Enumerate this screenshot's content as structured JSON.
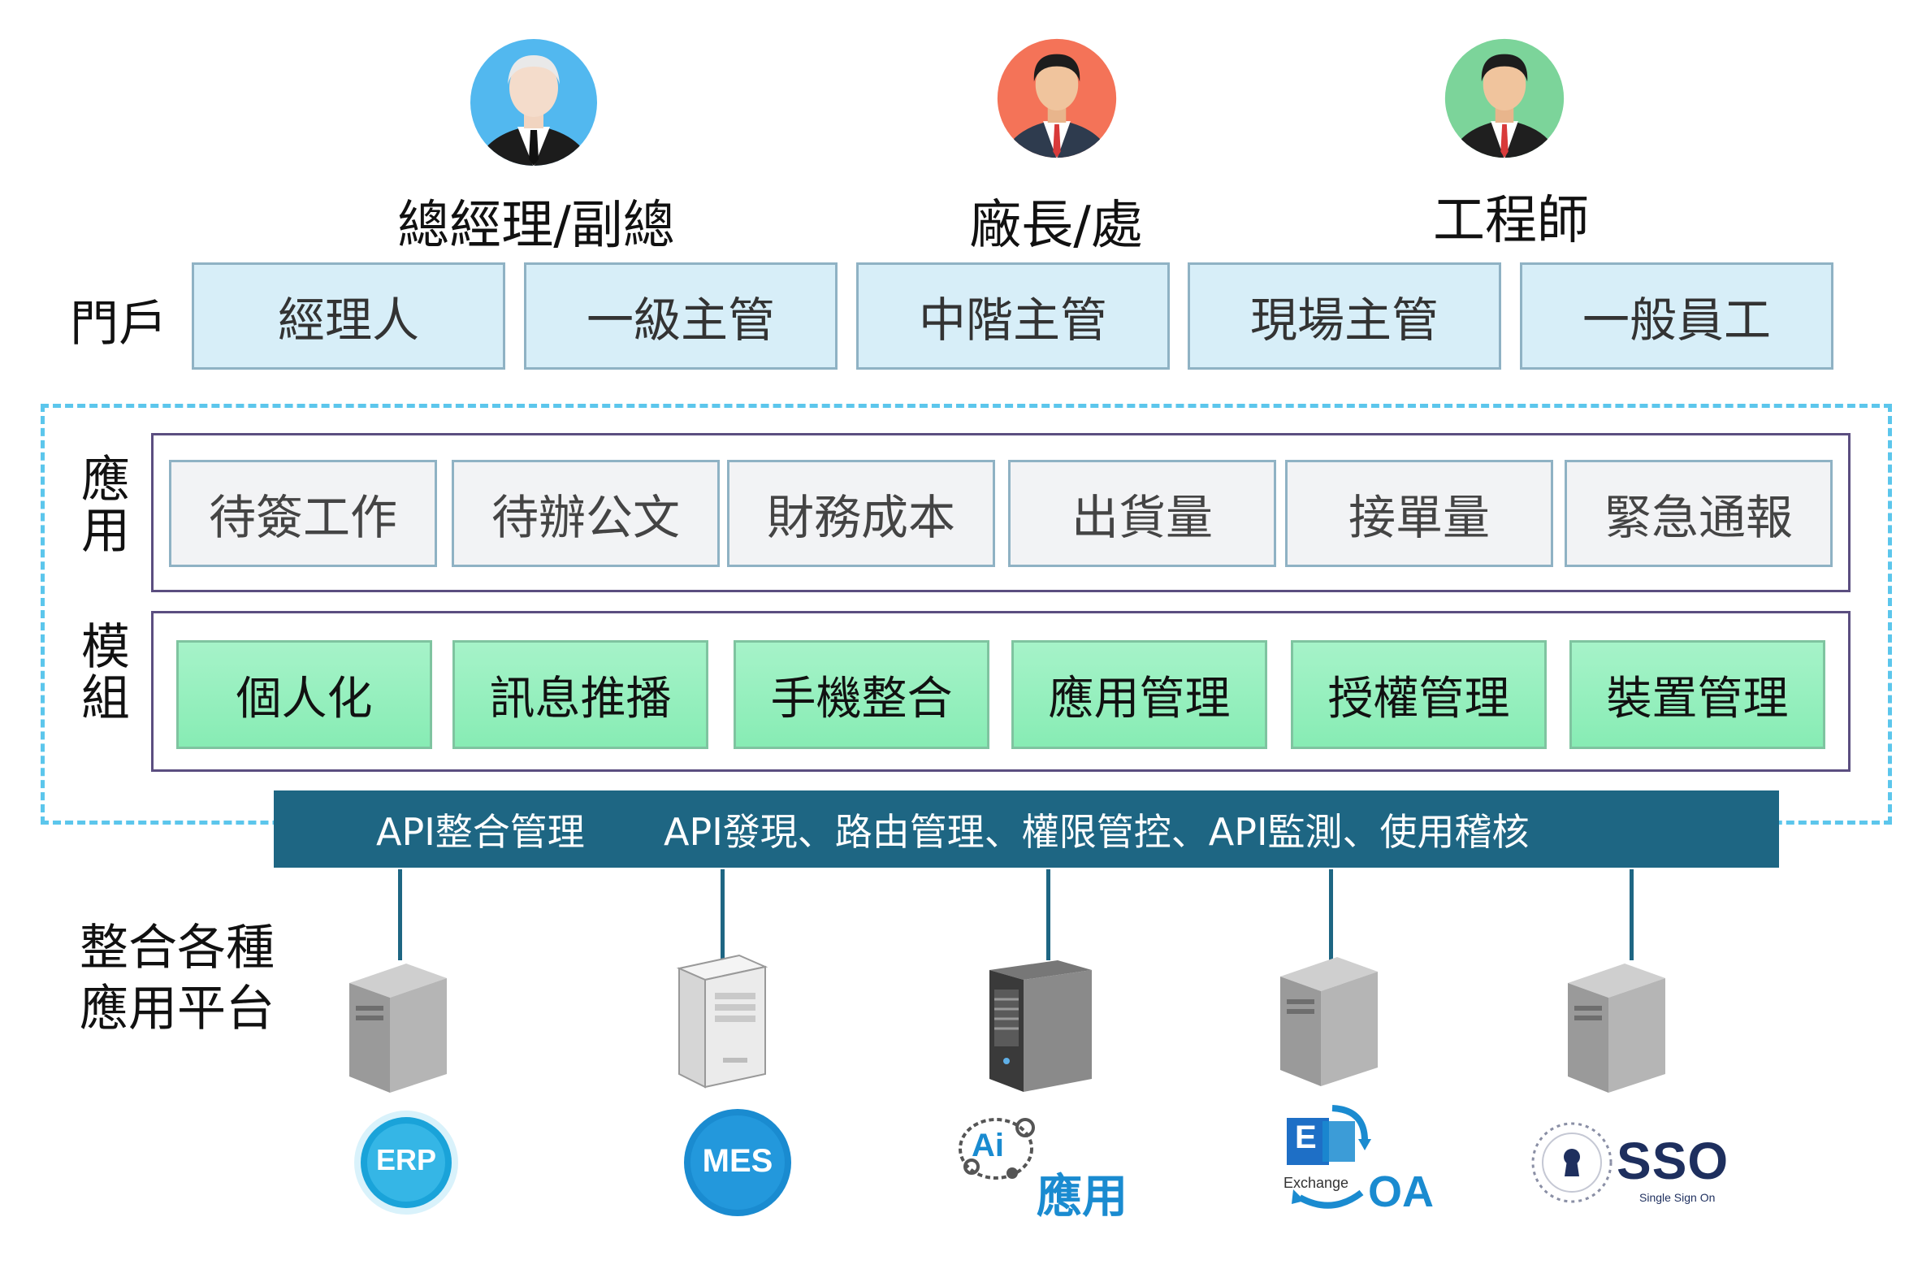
{
  "roles": [
    {
      "title": "總經理/副總",
      "icon": "senior-manager-icon",
      "bg": "#52b8ef"
    },
    {
      "title": "廠長/處",
      "icon": "plant-manager-icon",
      "bg": "#f47358"
    },
    {
      "title": "工程師",
      "icon": "engineer-icon",
      "bg": "#7cd49a"
    }
  ],
  "labels": {
    "portal": "門戶",
    "app_line1": "應",
    "app_line2": "用",
    "module_line1": "模",
    "module_line2": "組",
    "platform_line1": "整合各種",
    "platform_line2": "應用平台"
  },
  "portal_items": [
    "經理人",
    "一級主管",
    "中階主管",
    "現場主管",
    "一般員工"
  ],
  "app_items": [
    "待簽工作",
    "待辦公文",
    "財務成本",
    "出貨量",
    "接單量",
    "緊急通報"
  ],
  "module_items": [
    "個人化",
    "訊息推播",
    "手機整合",
    "應用管理",
    "授權管理",
    "裝置管理"
  ],
  "api": {
    "title": "API整合管理",
    "features": "API發現、路由管理、權限管控、API監測、使用稽核"
  },
  "platforms": [
    {
      "logo": "ERP",
      "icon": "erp-logo-icon"
    },
    {
      "logo": "MES",
      "icon": "mes-logo-icon"
    },
    {
      "logo": "Ai",
      "label": "應用",
      "icon": "ai-brain-icon"
    },
    {
      "logo": "E",
      "sub": "Exchange",
      "label": "OA",
      "icon": "exchange-icon"
    },
    {
      "logo": "SSO",
      "sub": "Single Sign On",
      "icon": "sso-keyhole-icon"
    }
  ],
  "colors": {
    "portal_fill": "#d7eef8",
    "module_fill": "#8dedb8",
    "api_bar": "#1e6683",
    "dashed_border": "#5cc6ec",
    "frame_border": "#5b4e80",
    "logo_blue": "#1a8bd0"
  }
}
